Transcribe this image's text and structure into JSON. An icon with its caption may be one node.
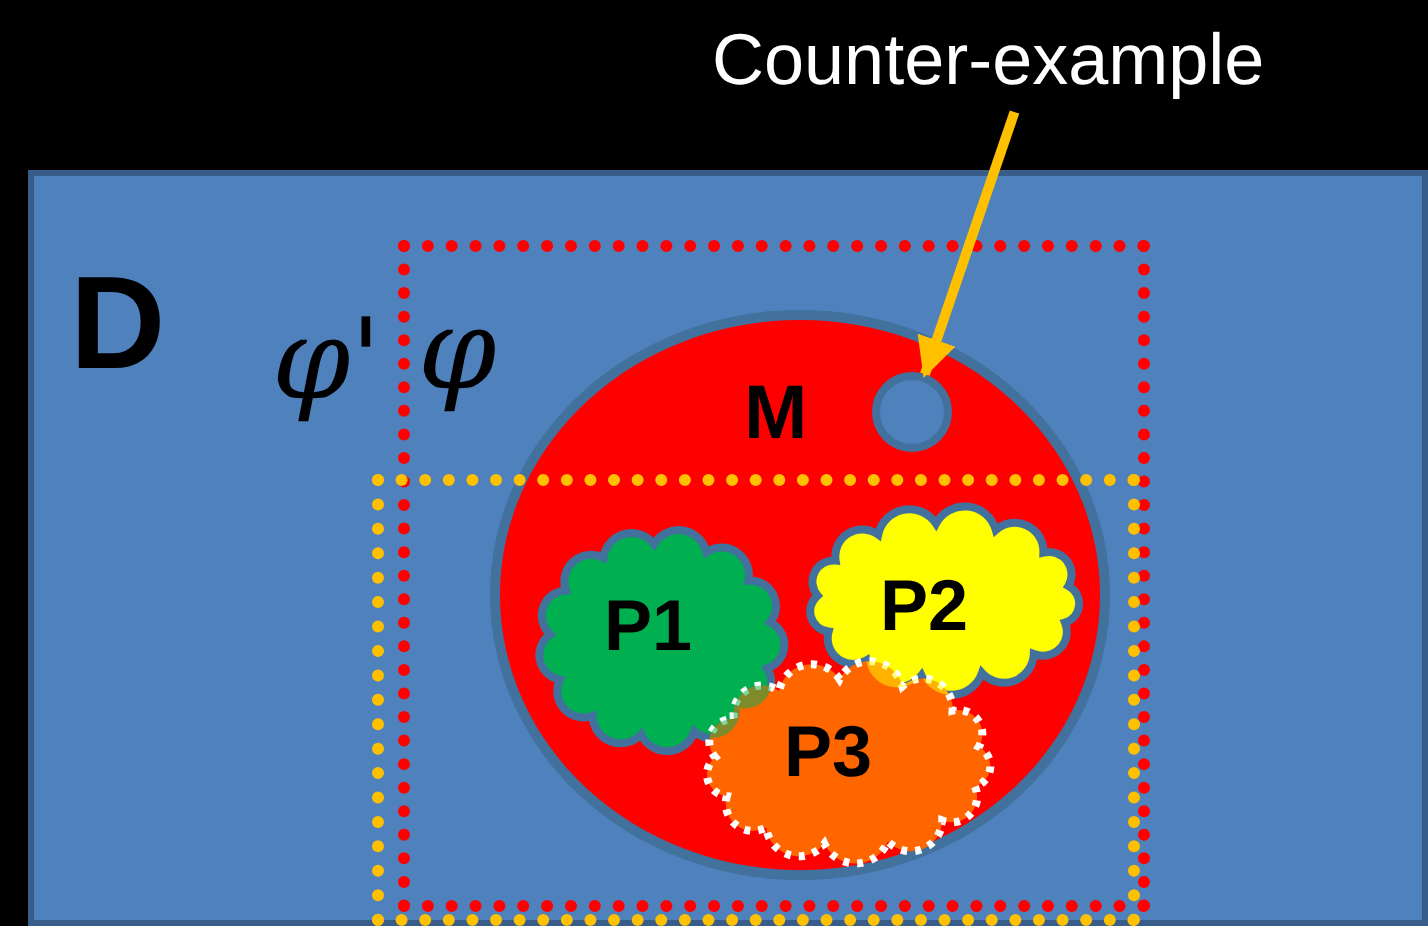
{
  "diagram": {
    "nodes": [
      {
        "text": [
          "D"
        ]
      },
      {
        "text": [
          "φ"
        ],
        "in": 0
      },
      {
        "text": [
          "φ'"
        ],
        "in": 0
      },
      {
        "text": [
          "M"
        ],
        "in": 1
      },
      {
        "text": [],
        "shape": "circle",
        "in": 3
      },
      {
        "text": [
          "P1"
        ]
      },
      {
        "text": [
          "P2"
        ]
      },
      {
        "text": [
          "P3"
        ]
      },
      {
        "text": [
          "Counter-example"
        ]
      }
    ],
    "edges": [
      {
        "from": 8,
        "to": 4,
        "arrow": "to"
      }
    ]
  }
}
